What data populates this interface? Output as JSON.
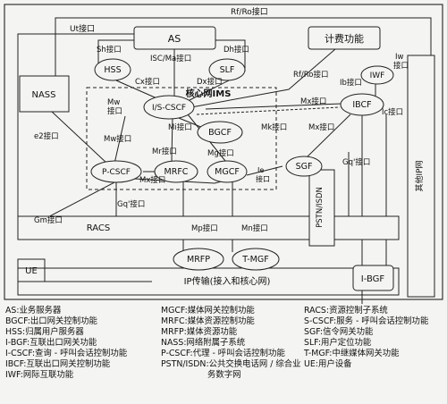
{
  "diagram": {
    "boxes": {
      "as": "AS",
      "billing": "计费功能",
      "nass": "NASS",
      "ue": "UE",
      "core_ims": "核心网IMS",
      "racs": "RACS",
      "pstn": "PSTN/ISDN",
      "ip_transport": "IP传输(接入和核心网)",
      "ibgf": "I-BGF",
      "other_ip": "其他IP网"
    },
    "nodes": {
      "hss": "HSS",
      "slf": "SLF",
      "iscscf": "I/S-CSCF",
      "bgcf": "BGCF",
      "ibcf": "IBCF",
      "iwf": "IWF",
      "pcscf": "P-CSCF",
      "mrfc": "MRFC",
      "mgcf": "MGCF",
      "sgf": "SGF",
      "mrfp": "MRFP",
      "tmgf": "T-MGF"
    },
    "interfaces": {
      "rf_ro_top": "Rf/Ro接口",
      "ut": "Ut接口",
      "sh": "Sh接口",
      "dh": "Dh接口",
      "isc_ma": "ISC/Ma接口",
      "cx": "Cx接口",
      "dx": "Dx接口",
      "rf_ro_mid": "Rf/Ro接口",
      "iw": "Iw",
      "iw2": "接口",
      "ib": "Ib接口",
      "ic": "Ic接口",
      "mw_a": "Mw",
      "mw_a2": "接口",
      "mi": "Mi接口",
      "mk": "Mk接口",
      "mx_a": "Mx接口",
      "mx_b": "Mx接口",
      "e2": "e2接口",
      "mw_b": "Mw接口",
      "mr": "Mr接口",
      "mg": "Mg接口",
      "mx_c": "Mx接口",
      "ie": "Ie",
      "ie2": "接口",
      "gq_a": "Gq'接口",
      "gq_b": "Gq'接口",
      "gm": "Gm接口",
      "mp": "Mp接口",
      "mn": "Mn接口"
    }
  },
  "legend": [
    {
      "abbr": "AS",
      "desc": "业务服务器"
    },
    {
      "abbr": "BGCF",
      "desc": "出口网关控制功能"
    },
    {
      "abbr": "HSS",
      "desc": "归属用户服务器"
    },
    {
      "abbr": "I-BGF",
      "desc": "互联出口网关功能"
    },
    {
      "abbr": "I-CSCF",
      "desc": "查询 - 呼叫会话控制功能"
    },
    {
      "abbr": "IBCF",
      "desc": "互联出口网关控制功能"
    },
    {
      "abbr": "IWF",
      "desc": "网际互联功能"
    },
    {
      "abbr": "MGCF",
      "desc": "媒体网关控制功能"
    },
    {
      "abbr": "MRFC",
      "desc": "媒体资源控制功能"
    },
    {
      "abbr": "MRFP",
      "desc": "媒体资源功能"
    },
    {
      "abbr": "NASS",
      "desc": "网络附属子系统"
    },
    {
      "abbr": "P-CSCF",
      "desc": "代理 - 呼叫会话控制功能"
    },
    {
      "abbr": "PSTN/ISDN",
      "desc": "公共交换电话网 / 综合业"
    },
    {
      "abbr": "",
      "desc": "务数字网"
    },
    {
      "abbr": "RACS",
      "desc": "资源控制子系统"
    },
    {
      "abbr": "S-CSCF",
      "desc": "服务 - 呼叫会话控制功能"
    },
    {
      "abbr": "SGF",
      "desc": "信令网关功能"
    },
    {
      "abbr": "SLF",
      "desc": "用户定位功能"
    },
    {
      "abbr": "T-MGF",
      "desc": "中继媒体网关功能"
    },
    {
      "abbr": "UE",
      "desc": "用户设备"
    }
  ]
}
